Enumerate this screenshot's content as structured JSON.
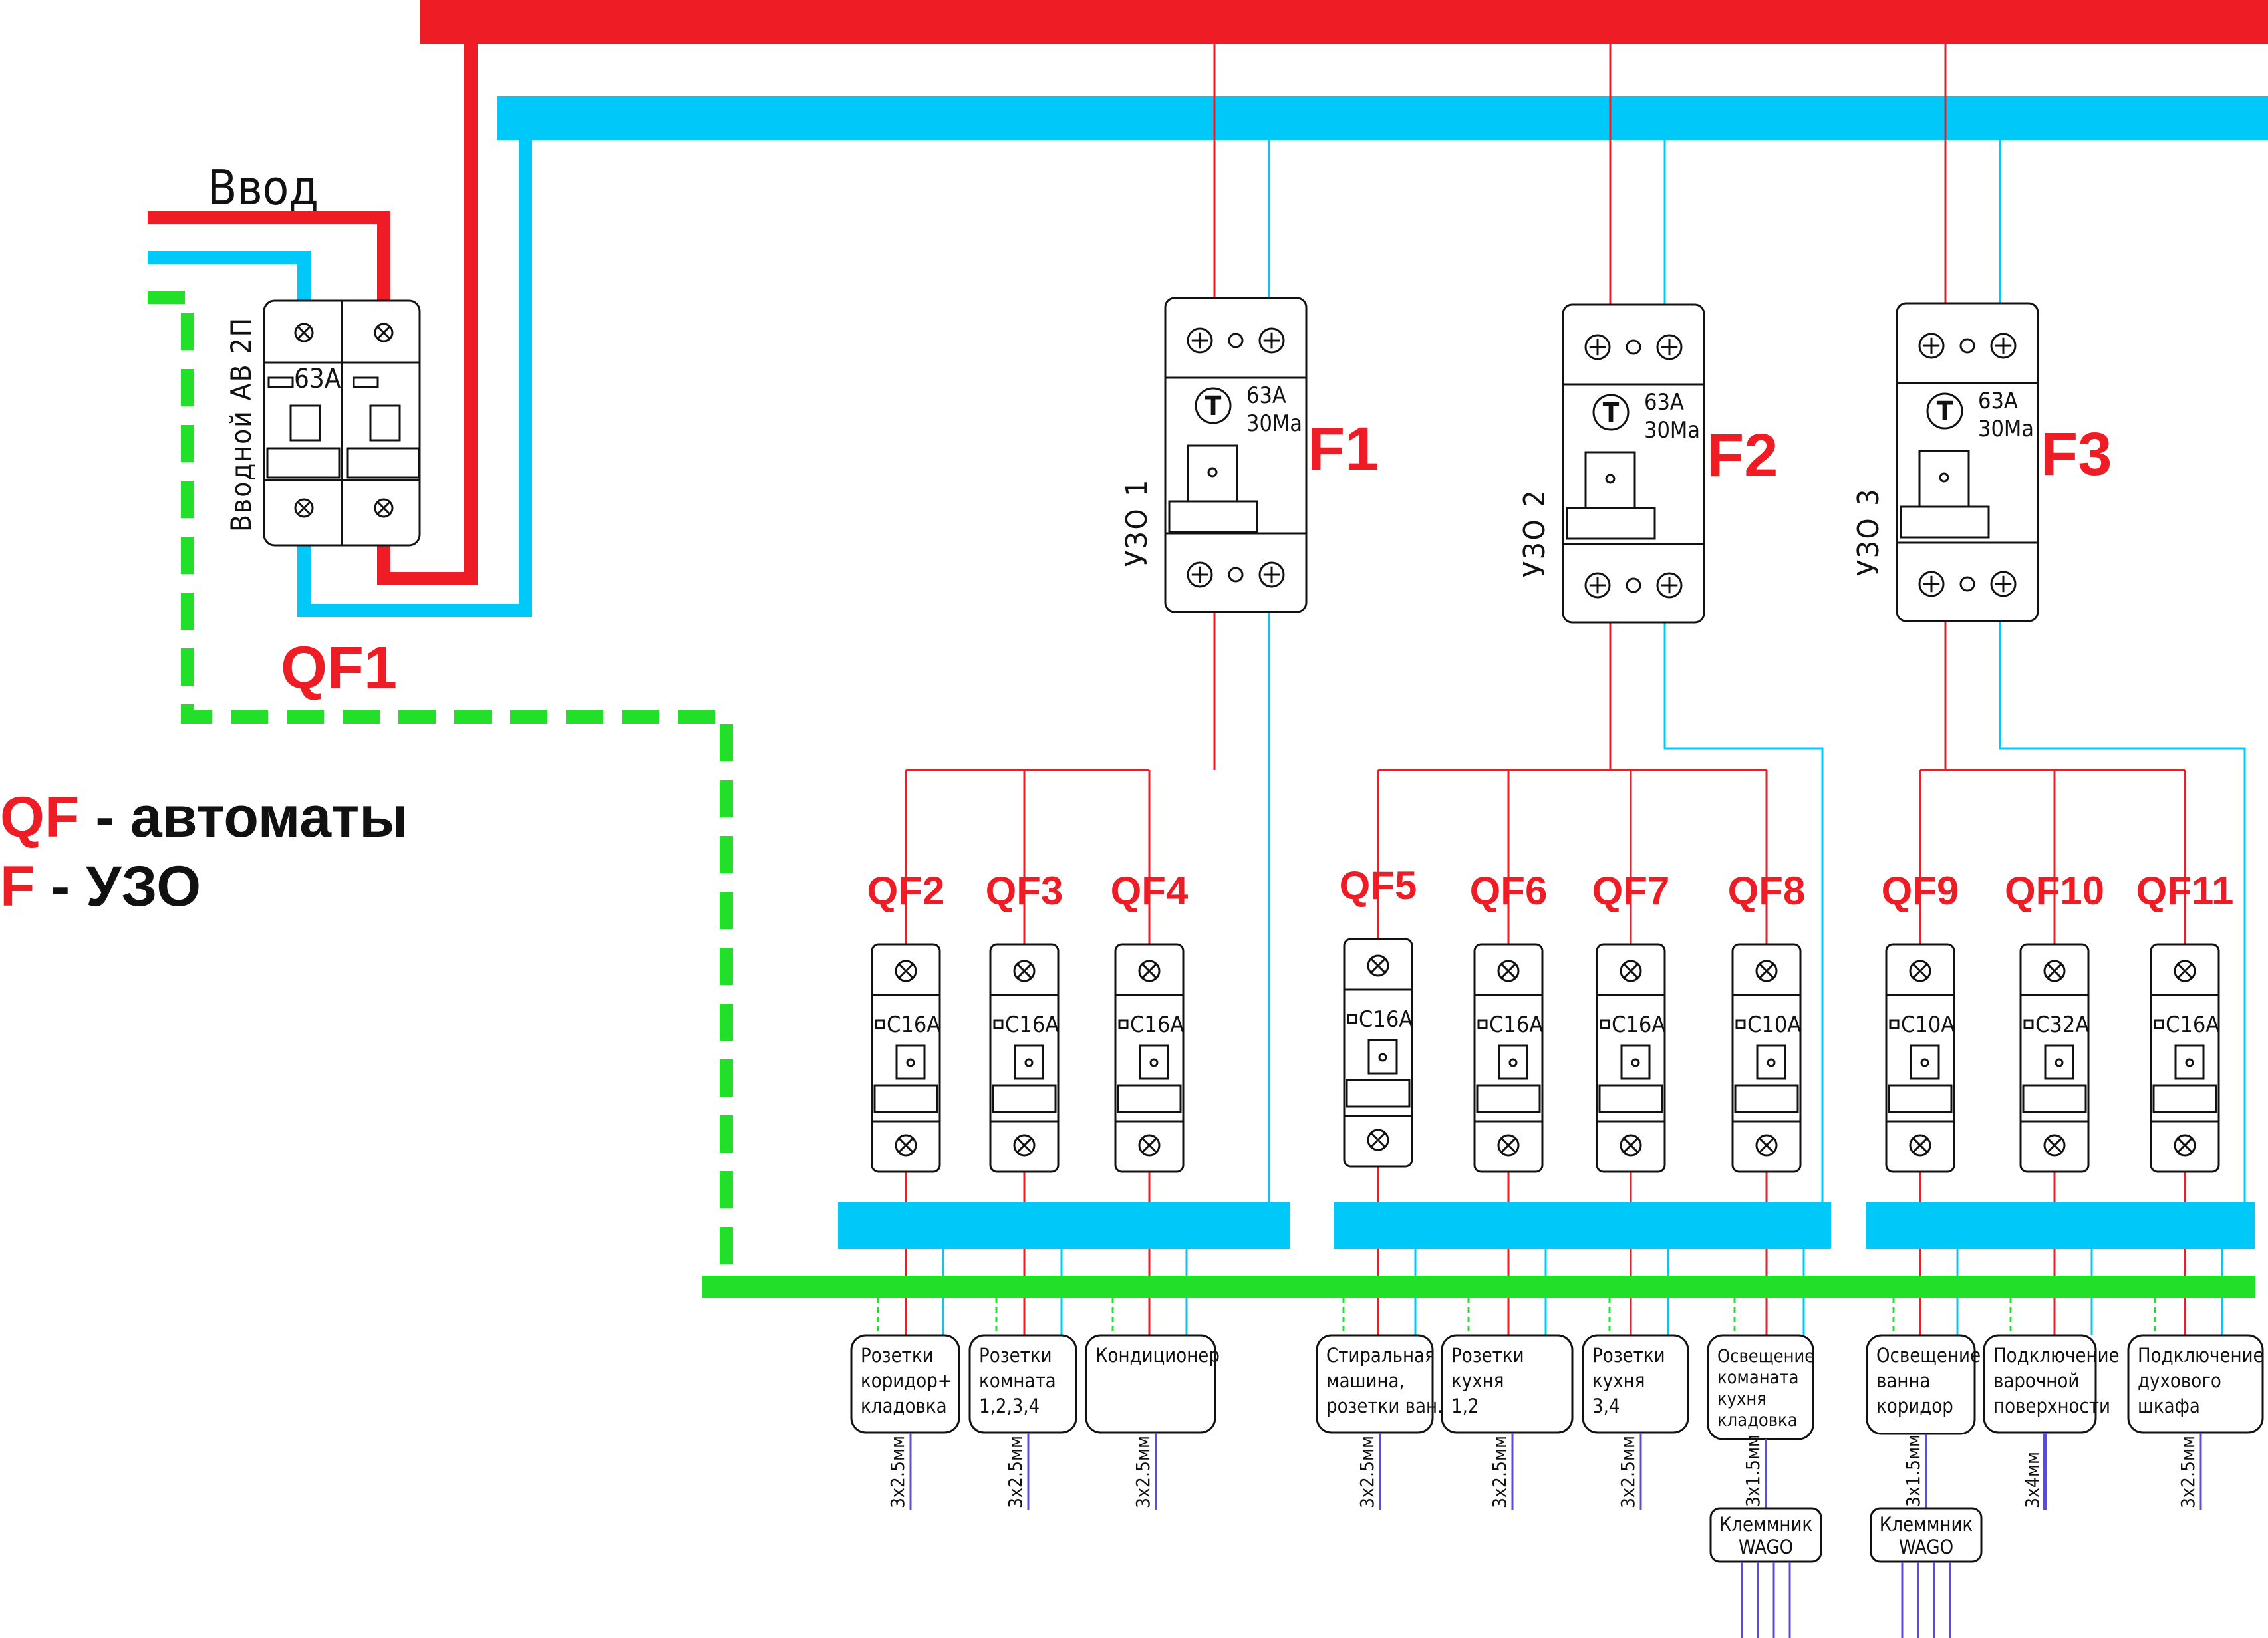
{
  "input": {
    "label": "Ввод",
    "breaker_ref": "QF1",
    "breaker_side_label": "Вводной АВ 2П",
    "breaker_rating": "63A"
  },
  "legend": {
    "qf_symbol": "QF",
    "qf_text": " - автоматы",
    "f_symbol": "F",
    "f_text": " - УЗО"
  },
  "rcds": [
    {
      "ref": "F1",
      "side_label": "УЗО 1",
      "rating": "63A",
      "leak": "30Ma",
      "test_symbol": "T"
    },
    {
      "ref": "F2",
      "side_label": "УЗО 2",
      "rating": "63A",
      "leak": "30Ma",
      "test_symbol": "T"
    },
    {
      "ref": "F3",
      "side_label": "УЗО 3",
      "rating": "63A",
      "leak": "30Ma",
      "test_symbol": "T"
    }
  ],
  "breakers": [
    {
      "ref": "QF2",
      "rating": "C16A",
      "load": [
        "Розетки",
        "коридор+",
        "кладовка"
      ],
      "cable": "3x2.5мм"
    },
    {
      "ref": "QF3",
      "rating": "C16A",
      "load": [
        "Розетки",
        "комната",
        "1,2,3,4"
      ],
      "cable": "3x2.5мм"
    },
    {
      "ref": "QF4",
      "rating": "C16A",
      "load": [
        "Кондиционер"
      ],
      "cable": "3x2.5мм"
    },
    {
      "ref": "QF5",
      "rating": "C16A",
      "load": [
        "Стиральная",
        "машина,",
        "розетки ван."
      ],
      "cable": "3x2.5мм"
    },
    {
      "ref": "QF6",
      "rating": "C16A",
      "load": [
        "Розетки",
        "кухня",
        "1,2"
      ],
      "cable": "3x2.5мм"
    },
    {
      "ref": "QF7",
      "rating": "C16A",
      "load": [
        "Розетки",
        "кухня",
        "3,4"
      ],
      "cable": "3x2.5мм"
    },
    {
      "ref": "QF8",
      "rating": "C10A",
      "load": [
        "Освещение",
        "команата",
        "кухня",
        "кладовка"
      ],
      "cable": "3x1.5мм",
      "terminal": [
        "Клеммник",
        "WAGO"
      ]
    },
    {
      "ref": "QF9",
      "rating": "C10A",
      "load": [
        "Освещение",
        "ванна",
        "коридор"
      ],
      "cable": "3x1.5мм",
      "terminal": [
        "Клеммник",
        "WAGO"
      ]
    },
    {
      "ref": "QF10",
      "rating": "C32A",
      "load": [
        "Подключение",
        "варочной",
        "поверхности"
      ],
      "cable": "3x4мм"
    },
    {
      "ref": "QF11",
      "rating": "C16A",
      "load": [
        "Подключение",
        "духового",
        "шкафа"
      ],
      "cable": "3x2.5мм"
    }
  ],
  "colors": {
    "phase": "#ee1c25",
    "neutral": "#00c8f8",
    "earth": "#22e02a",
    "cable": "#5a4fd0"
  }
}
